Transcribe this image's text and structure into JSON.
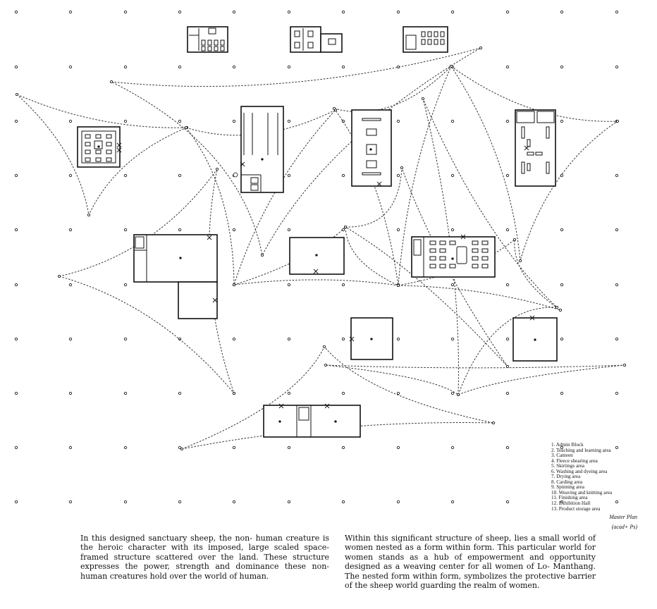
{
  "legend": {
    "items": [
      "1. Admin Block",
      "2. Teaching and learning area",
      "3. Canteen",
      "4. Fleece shearing area",
      "5. Skirtings area",
      "6. Washing and dyeing area",
      "7. Drying area",
      "8. Carding area",
      "9. Spinning area",
      "10. Weaving and knitting area",
      "11. Finishing area",
      "12. Exhibition Hall",
      "13. Product storage area"
    ]
  },
  "caption": {
    "title": "Master Plan",
    "subtitle": "(acad+ Ps)"
  },
  "paragraphs": {
    "left": "In this designed sanctuary sheep, the non- human creature is the heroic character with its imposed, large scaled space- framed structure scattered over the land. These structure expresses the power, strength and dominance these non- human creatures hold over the world of human.",
    "right": "Within this significant structure of sheep, lies a small world of women nested as a form within form. This particular world for women stands as a hub of empowerment and opportunity designed as a weaving center for all women of Lo- Manthang. The nested form within form, symbolizes the protective barrier of the sheep world guarding the realm of women."
  }
}
